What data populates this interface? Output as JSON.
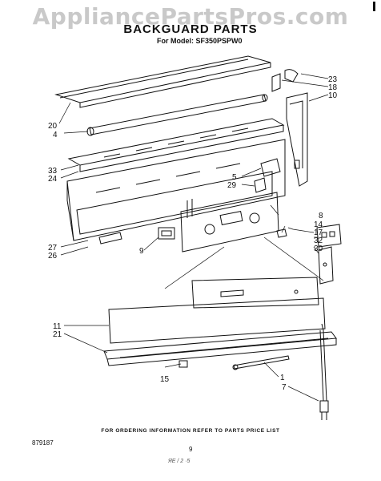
{
  "watermark": "AppliancePartsPros.com",
  "header": {
    "title": "BACKGUARD PARTS",
    "model": "For Model: SF350PSPW0"
  },
  "callouts": {
    "c23": "23",
    "c18": "18",
    "c10": "10",
    "c20": "20",
    "c4": "4",
    "c33": "33",
    "c24": "24",
    "c5": "5",
    "c29": "29",
    "c8": "8",
    "c14": "14",
    "c17": "17",
    "c32": "32",
    "c30": "30",
    "c27": "27",
    "c26": "26",
    "c9": "9",
    "c11": "11",
    "c21": "21",
    "c15": "15",
    "c1": "1",
    "c7": "7"
  },
  "footer": {
    "note": "FOR ORDERING INFORMATION REFER TO PARTS PRICE LIST",
    "doc_number": "879187",
    "page_number": "9",
    "scribble": "ЯЕ / 2 ·5"
  }
}
